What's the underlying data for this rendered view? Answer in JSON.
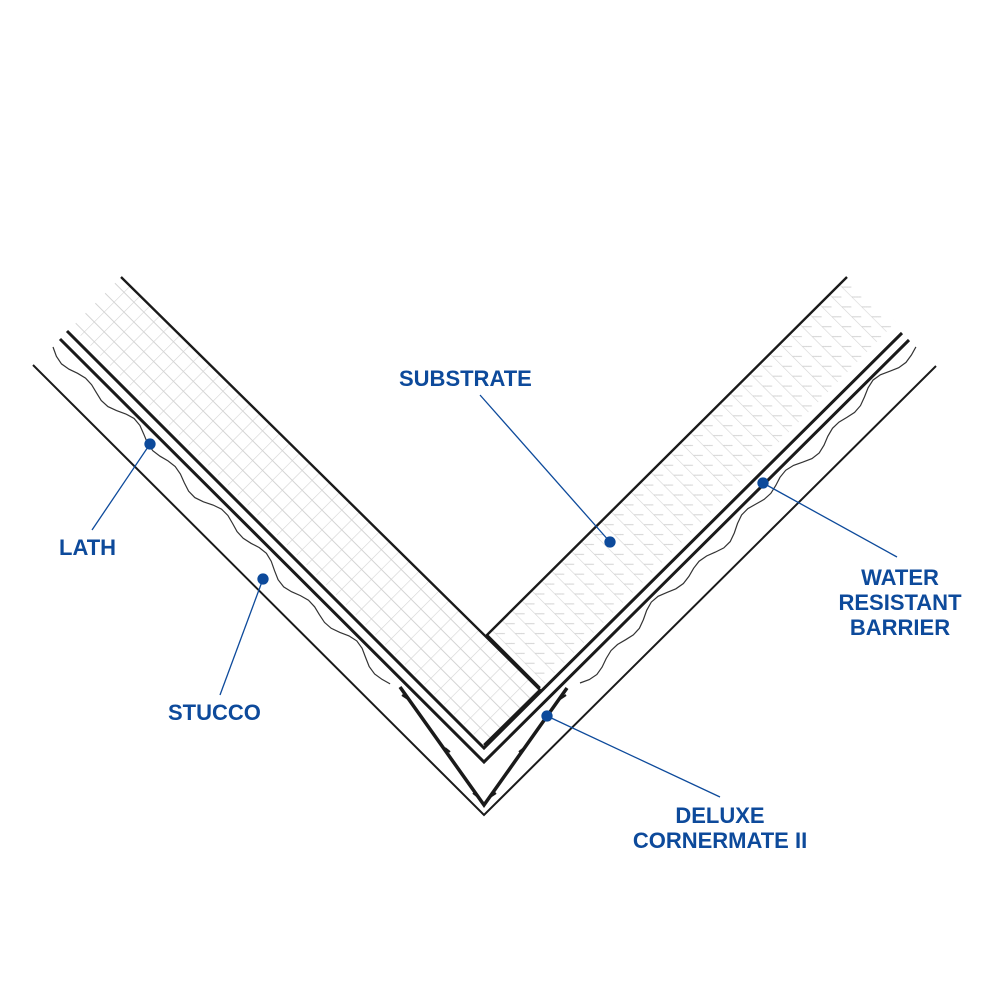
{
  "labels": {
    "substrate": "SUBSTRATE",
    "lath": "LATH",
    "stucco": "STUCCO",
    "wrb_line1": "WATER",
    "wrb_line2": "RESISTANT",
    "wrb_line3": "BARRIER",
    "cornermate_line1": "DELUXE",
    "cornermate_line2": "CORNERMATE II"
  },
  "colors": {
    "label": "#0d4a9b",
    "line": "#1a1a1a",
    "hatch": "#d4d4d4"
  }
}
